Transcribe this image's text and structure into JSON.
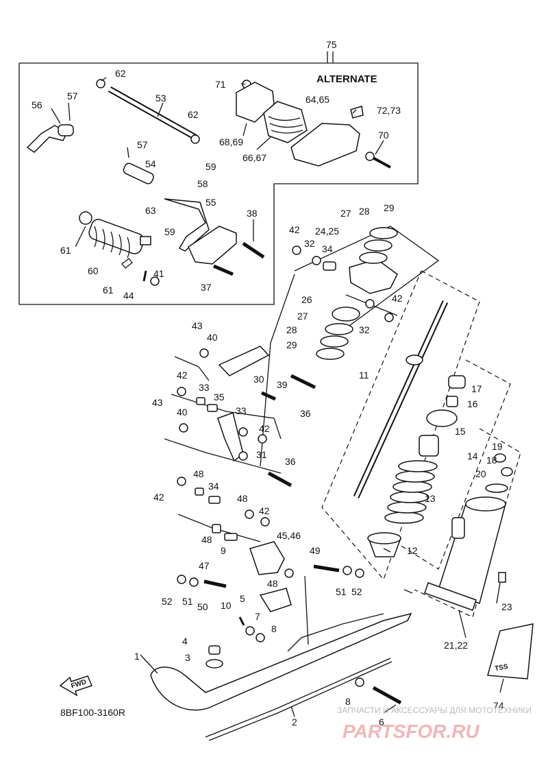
{
  "diagram": {
    "alternate_label": "ALTERNATE",
    "drawing_code": "8BF100-3160R",
    "fwd_label": "FWD",
    "label_74_text": "TSS",
    "watermark_line1": "ЗАПЧАСТИ И АКСЕССУАРЫ ДЛЯ МОТОТЕХНИКИ",
    "watermark_line2": "PARTSFOR.RU",
    "callouts": {
      "c75": "75",
      "c62a": "62",
      "c71": "71",
      "c57a": "57",
      "c53": "53",
      "c56": "56",
      "c64": "64,65",
      "c72": "72,73",
      "c62b": "62",
      "c68": "68,69",
      "c70": "70",
      "c66": "66,67",
      "c57b": "57",
      "c54": "54",
      "c59a": "59",
      "c58": "58",
      "c63": "63",
      "c55": "55",
      "c38": "38",
      "c59b": "59",
      "c61a": "61",
      "c60": "60",
      "c41": "41",
      "c37": "37",
      "c61b": "61",
      "c44": "44",
      "c27a": "27",
      "c28a": "28",
      "c29a": "29",
      "c42a": "42",
      "c24": "24,25",
      "c32a": "32",
      "c34a": "34",
      "c26": "26",
      "c42b": "42",
      "c27b": "27",
      "c32b": "32",
      "c28b": "28",
      "c29b": "29",
      "c43a": "43",
      "c40a": "40",
      "c11": "11",
      "c42c": "42",
      "c30": "30",
      "c39": "39",
      "c17": "17",
      "c33a": "33",
      "c35": "35",
      "c16": "16",
      "c43b": "43",
      "c40b": "40",
      "c36a": "36",
      "c33b": "33",
      "c15": "15",
      "c42d": "42",
      "c31": "31",
      "c14": "14",
      "c19": "19",
      "c18": "18",
      "c36b": "36",
      "c20": "20",
      "c48a": "48",
      "c34b": "34",
      "c42e": "42",
      "c13": "13",
      "c48b": "48",
      "c42f": "42",
      "c48c": "48",
      "c45": "45,46",
      "c9": "9",
      "c49": "49",
      "c12": "12",
      "c47": "47",
      "c48d": "48",
      "c51a": "51",
      "c52a": "52",
      "c52b": "52",
      "c51b": "51",
      "c50": "50",
      "c5": "5",
      "c23": "23",
      "c10": "10",
      "c7": "7",
      "c8a": "8",
      "c21": "21,22",
      "c4": "4",
      "c3": "3",
      "c1": "1",
      "c8b": "8",
      "c74": "74",
      "c6": "6",
      "c2": "2"
    }
  }
}
